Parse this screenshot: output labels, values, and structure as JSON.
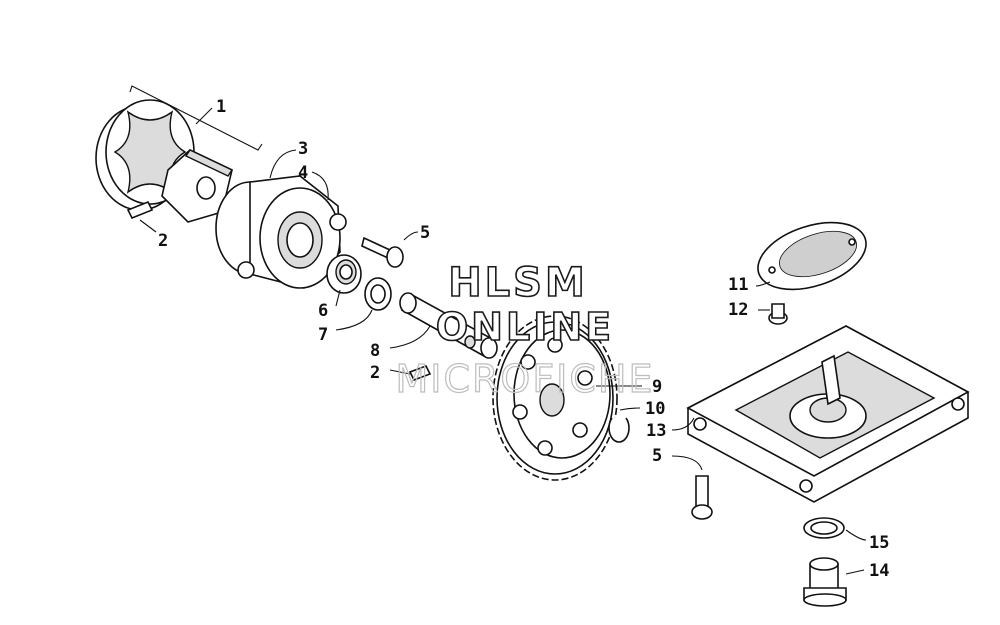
{
  "watermark": {
    "line1": "HLSM",
    "line2": "ONLINE",
    "line3": "MICROFICHE"
  },
  "callouts": [
    {
      "id": "c1",
      "label": "1"
    },
    {
      "id": "c2a",
      "label": "2"
    },
    {
      "id": "c3",
      "label": "3"
    },
    {
      "id": "c4",
      "label": "4"
    },
    {
      "id": "c5a",
      "label": "5"
    },
    {
      "id": "c6",
      "label": "6"
    },
    {
      "id": "c7",
      "label": "7"
    },
    {
      "id": "c8",
      "label": "8"
    },
    {
      "id": "c2b",
      "label": "2"
    },
    {
      "id": "c9",
      "label": "9"
    },
    {
      "id": "c10",
      "label": "10"
    },
    {
      "id": "c11",
      "label": "11"
    },
    {
      "id": "c12",
      "label": "12"
    },
    {
      "id": "c13",
      "label": "13"
    },
    {
      "id": "c5b",
      "label": "5"
    },
    {
      "id": "c15",
      "label": "15"
    },
    {
      "id": "c14",
      "label": "14"
    }
  ]
}
